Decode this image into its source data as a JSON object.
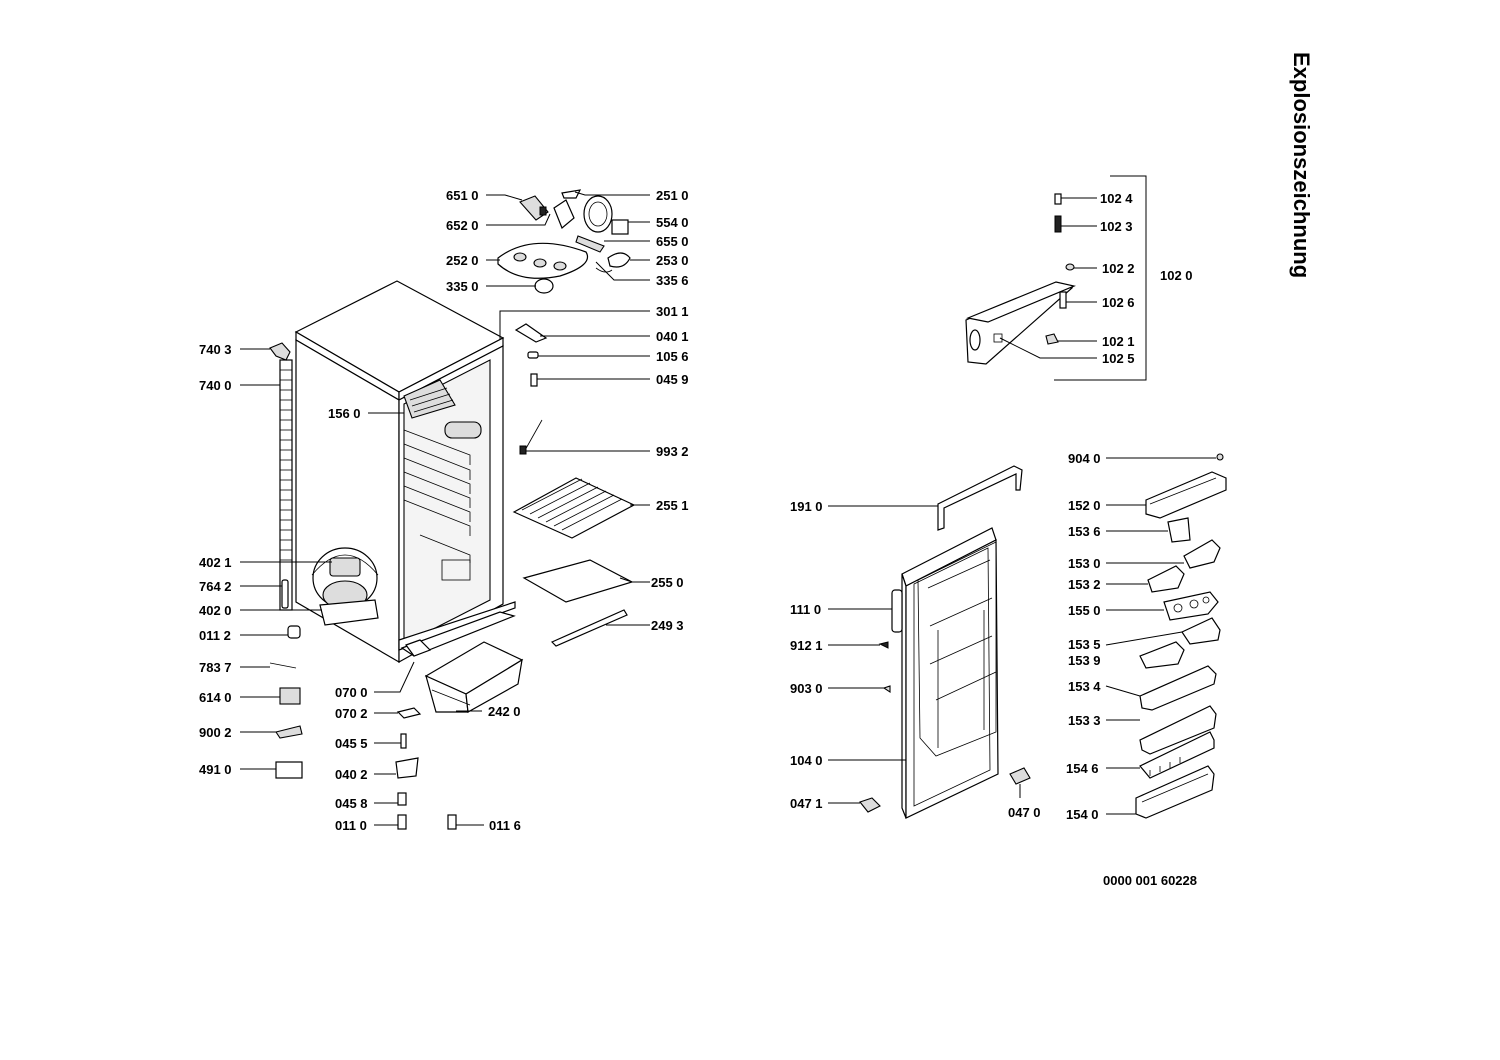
{
  "title": "Explosionszeichnung",
  "document_number": "0000 001 60228",
  "callouts": [
    {
      "id": "c6510",
      "text": "651 0"
    },
    {
      "id": "c6520",
      "text": "652 0"
    },
    {
      "id": "c2520",
      "text": "252 0"
    },
    {
      "id": "c3350",
      "text": "335 0"
    },
    {
      "id": "c2510",
      "text": "251 0"
    },
    {
      "id": "c5540",
      "text": "554 0"
    },
    {
      "id": "c6550",
      "text": "655 0"
    },
    {
      "id": "c2530",
      "text": "253 0"
    },
    {
      "id": "c3356",
      "text": "335 6"
    },
    {
      "id": "c3011",
      "text": "301 1"
    },
    {
      "id": "c0401",
      "text": "040 1"
    },
    {
      "id": "c1056",
      "text": "105 6"
    },
    {
      "id": "c0459",
      "text": "045 9"
    },
    {
      "id": "c9932",
      "text": "993 2"
    },
    {
      "id": "c2551",
      "text": "255 1"
    },
    {
      "id": "c2550",
      "text": "255 0"
    },
    {
      "id": "c2493",
      "text": "249 3"
    },
    {
      "id": "c2420",
      "text": "242 0"
    },
    {
      "id": "c7403",
      "text": "740 3"
    },
    {
      "id": "c7400",
      "text": "740 0"
    },
    {
      "id": "c1560",
      "text": "156 0"
    },
    {
      "id": "c4021",
      "text": "402 1"
    },
    {
      "id": "c7642",
      "text": "764 2"
    },
    {
      "id": "c4020",
      "text": "402 0"
    },
    {
      "id": "c0112",
      "text": "011 2"
    },
    {
      "id": "c7837",
      "text": "783 7"
    },
    {
      "id": "c6140",
      "text": "614 0"
    },
    {
      "id": "c9002",
      "text": "900 2"
    },
    {
      "id": "c4910",
      "text": "491 0"
    },
    {
      "id": "c0700",
      "text": "070 0"
    },
    {
      "id": "c0702",
      "text": "070 2"
    },
    {
      "id": "c0455",
      "text": "045 5"
    },
    {
      "id": "c0402",
      "text": "040 2"
    },
    {
      "id": "c0458",
      "text": "045 8"
    },
    {
      "id": "c0110",
      "text": "011 0"
    },
    {
      "id": "c0116",
      "text": "011 6"
    },
    {
      "id": "c1024",
      "text": "102 4"
    },
    {
      "id": "c1023",
      "text": "102 3"
    },
    {
      "id": "c1022",
      "text": "102 2"
    },
    {
      "id": "c1020",
      "text": "102 0"
    },
    {
      "id": "c1026",
      "text": "102 6"
    },
    {
      "id": "c1021",
      "text": "102 1"
    },
    {
      "id": "c1025",
      "text": "102 5"
    },
    {
      "id": "c9040",
      "text": "904 0"
    },
    {
      "id": "c1520",
      "text": "152 0"
    },
    {
      "id": "c1536",
      "text": "153 6"
    },
    {
      "id": "c1530",
      "text": "153 0"
    },
    {
      "id": "c1532",
      "text": "153 2"
    },
    {
      "id": "c1550",
      "text": "155 0"
    },
    {
      "id": "c1535",
      "text": "153 5"
    },
    {
      "id": "c1539",
      "text": "153 9"
    },
    {
      "id": "c1534",
      "text": "153 4"
    },
    {
      "id": "c1533",
      "text": "153 3"
    },
    {
      "id": "c1546",
      "text": "154 6"
    },
    {
      "id": "c1540",
      "text": "154 0"
    },
    {
      "id": "c1910",
      "text": "191 0"
    },
    {
      "id": "c1110",
      "text": "111 0"
    },
    {
      "id": "c9121",
      "text": "912 1"
    },
    {
      "id": "c9030",
      "text": "903 0"
    },
    {
      "id": "c1040",
      "text": "104 0"
    },
    {
      "id": "c0471",
      "text": "047 1"
    },
    {
      "id": "c0470",
      "text": "047 0"
    }
  ]
}
